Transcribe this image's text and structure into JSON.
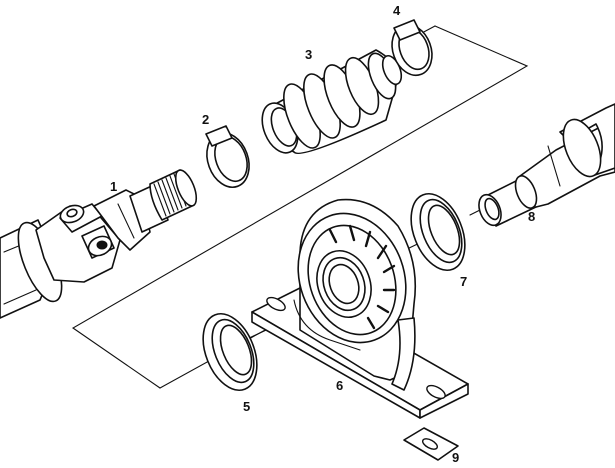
{
  "diagram": {
    "callouts": [
      {
        "id": "1",
        "text": "1"
      },
      {
        "id": "2",
        "text": "2"
      },
      {
        "id": "3",
        "text": "3"
      },
      {
        "id": "4",
        "text": "4"
      },
      {
        "id": "5",
        "text": "5"
      },
      {
        "id": "6",
        "text": "6"
      },
      {
        "id": "7",
        "text": "7"
      },
      {
        "id": "8",
        "text": "8"
      },
      {
        "id": "9",
        "text": "9"
      }
    ],
    "colors": {
      "ink": "#111111",
      "paper": "#ffffff"
    }
  }
}
